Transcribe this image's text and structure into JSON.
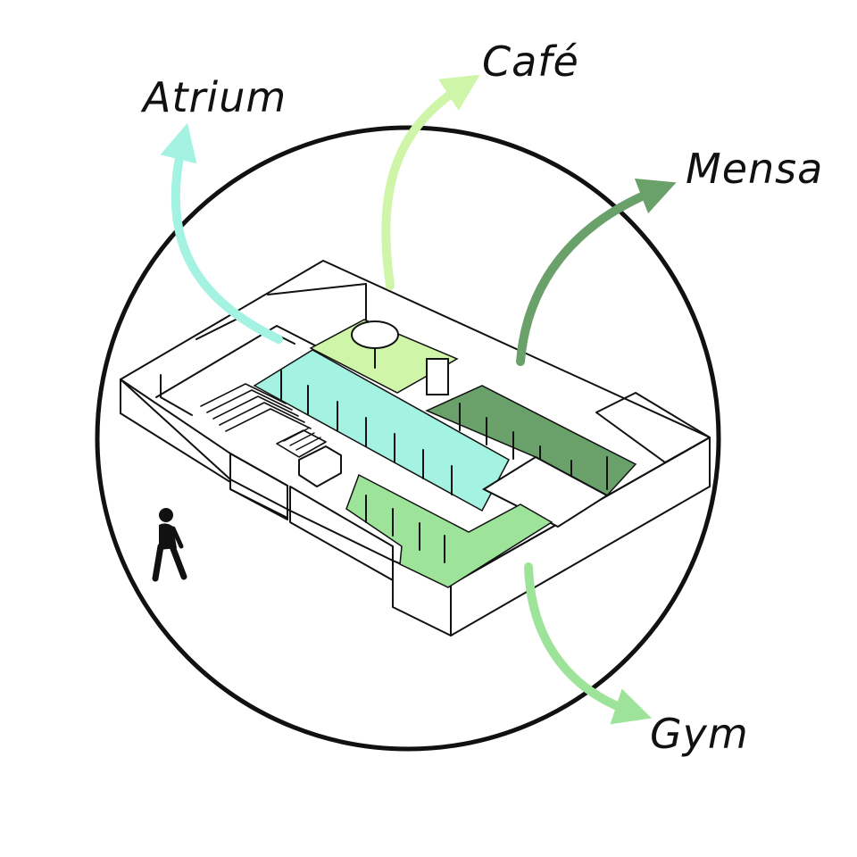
{
  "labels": {
    "atrium": "Atrium",
    "cafe": "Café",
    "mensa": "Mensa",
    "gym": "Gym"
  },
  "colors": {
    "atrium": "#a4f2e2",
    "cafe": "#cff5a8",
    "mensa": "#6aa06a",
    "gym": "#9ee39a",
    "ink": "#111111"
  },
  "icons": [
    "walking-person-icon"
  ]
}
